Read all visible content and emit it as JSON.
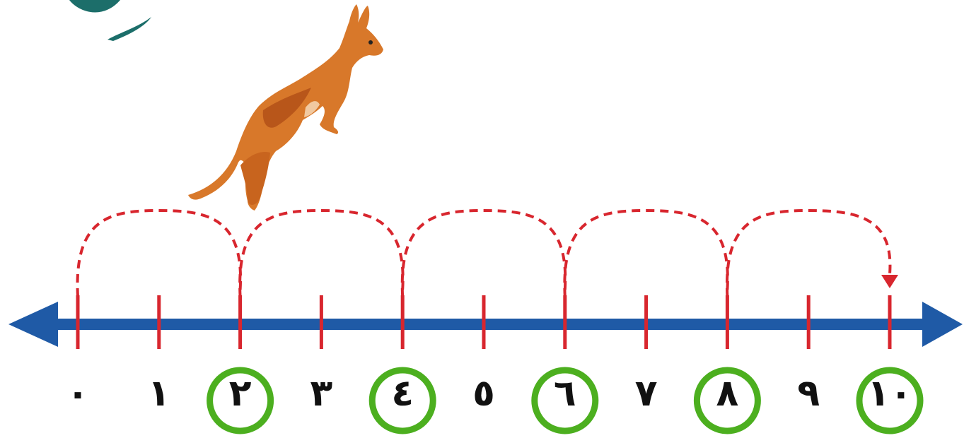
{
  "colors": {
    "line": "#1f5aa6",
    "ticks": "#d8262e",
    "jumps": "#d8262e",
    "circles": "#4caf1f",
    "labels": "#111111",
    "logo": "#1c6e6a",
    "kangaroo": "#d8782a"
  },
  "icons": {
    "logo": "logo-swoosh-icon",
    "animal": "kangaroo-icon"
  },
  "number_line": {
    "min": 0,
    "max": 10,
    "step": 1,
    "labels": [
      "٠",
      "١",
      "٢",
      "٣",
      "٤",
      "٥",
      "٦",
      "٧",
      "٨",
      "٩",
      "١٠"
    ],
    "circled_values": [
      2,
      4,
      6,
      8,
      10
    ],
    "jumps": [
      [
        0,
        2
      ],
      [
        2,
        4
      ],
      [
        4,
        6
      ],
      [
        6,
        8
      ],
      [
        8,
        10
      ]
    ]
  }
}
